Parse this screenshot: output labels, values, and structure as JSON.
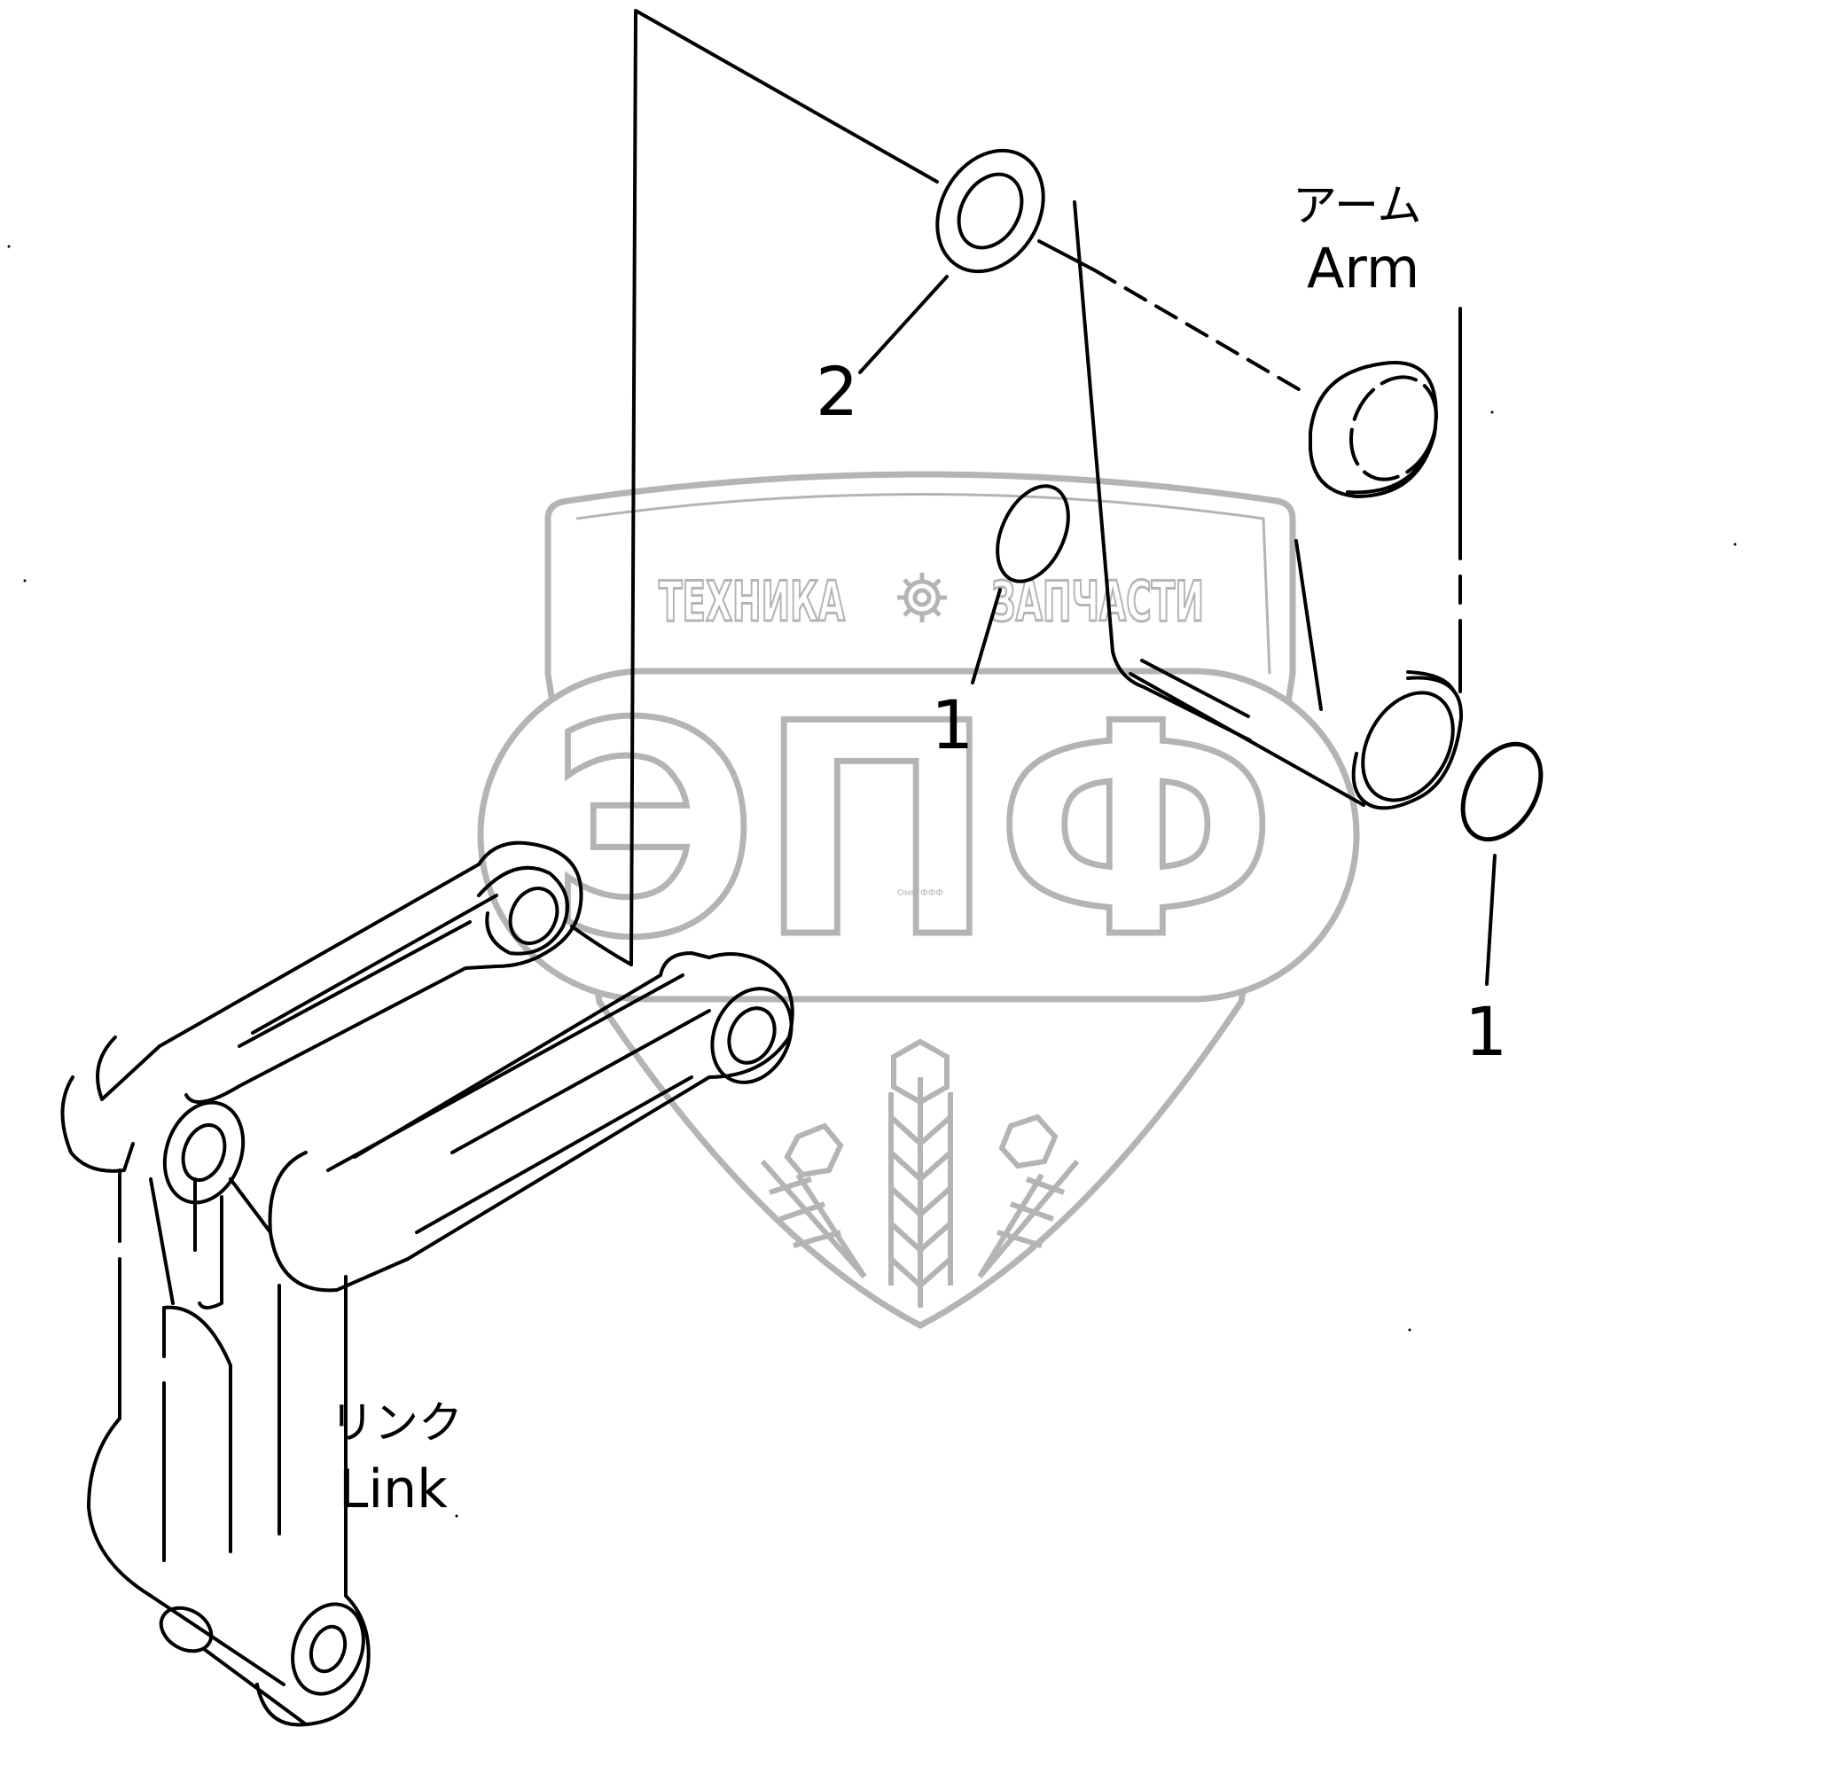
{
  "diagram": {
    "callouts": [
      {
        "id": "2",
        "text": "2"
      },
      {
        "id": "1a",
        "text": "1"
      },
      {
        "id": "1b",
        "text": "1"
      }
    ],
    "labels": {
      "arm_jp": "アーム",
      "arm_en": "Arm",
      "link_jp": "リンク",
      "link_en": "Link"
    }
  },
  "watermark": {
    "top_left": "ТЕХНИКА",
    "top_right": "ЗАПЧАСТИ",
    "logo": "ЭПФ",
    "small": "Oмм ФФФ",
    "color": "#b4b4b4"
  }
}
